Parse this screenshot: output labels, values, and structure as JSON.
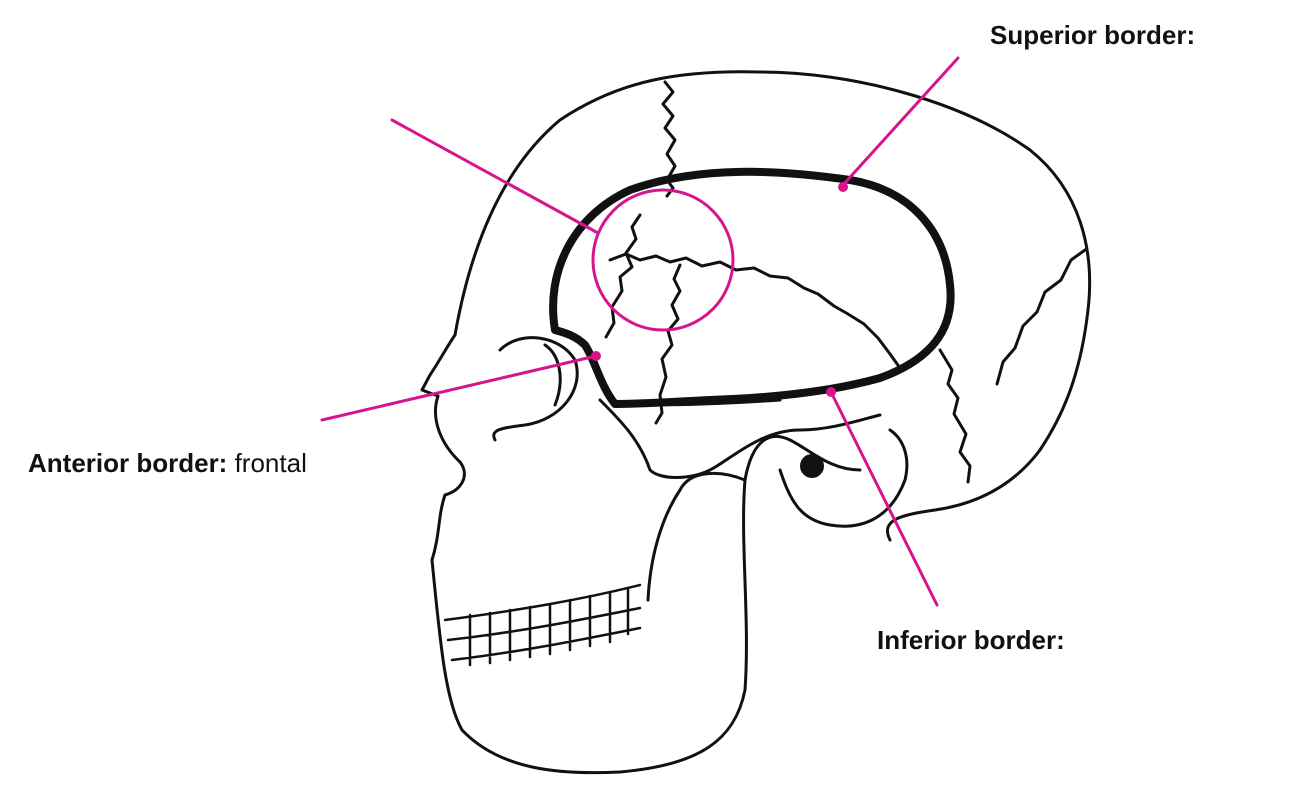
{
  "labels": {
    "superior": {
      "title": "Superior border:",
      "value": ""
    },
    "anterior": {
      "title": "Anterior border:",
      "value": "frontal"
    },
    "inferior": {
      "title": "Inferior border:",
      "value": ""
    }
  },
  "colors": {
    "line": "#111111",
    "accent": "#d6158c",
    "background": "#ffffff"
  }
}
